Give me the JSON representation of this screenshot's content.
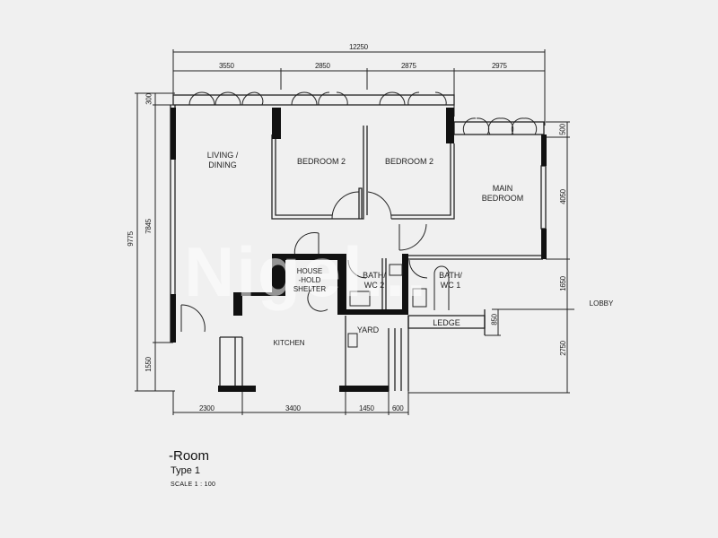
{
  "drawing": {
    "type": "HDB floor plan",
    "watermark": "Nigel...",
    "title": "-Room",
    "subtitle": "Type 1",
    "scale": "SCALE  1 : 100"
  },
  "rooms": {
    "living_dining": {
      "line1": "LIVING /",
      "line2": "DINING"
    },
    "bedroom_a": "BEDROOM 2",
    "bedroom_b": "BEDROOM 2",
    "main_bedroom": {
      "line1": "MAIN",
      "line2": "BEDROOM"
    },
    "household_shelter": {
      "line1": "HOUSE",
      "line2": "-HOLD",
      "line3": "SHELTER"
    },
    "bath_wc2": {
      "line1": "BATH/",
      "line2": "WC 2"
    },
    "bath_wc1": {
      "line1": "BATH/",
      "line2": "WC 1"
    },
    "kitchen": "KITCHEN",
    "yard": "YARD",
    "ledge": "LEDGE",
    "lobby": "LOBBY"
  },
  "dimensions": {
    "top_total": "12250",
    "top_segments": [
      "3550",
      "2850",
      "2875",
      "2975"
    ],
    "left_total": "9775",
    "left_segments": [
      "300",
      "7845",
      "1550"
    ],
    "right_segments": [
      "500",
      "4050",
      "1650",
      "2750"
    ],
    "right_small": "850",
    "bottom_segments": [
      "2300",
      "3400",
      "1450",
      "600"
    ]
  },
  "colors": {
    "background": "#f0f0f0",
    "wall": "#111111",
    "line": "#222222"
  }
}
